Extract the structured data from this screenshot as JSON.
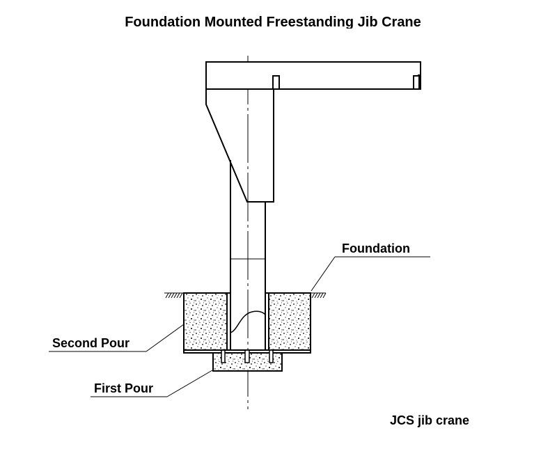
{
  "title": "Foundation Mounted Freestanding Jib Crane",
  "labels": {
    "foundation": "Foundation",
    "second_pour": "Second Pour",
    "first_pour": "First Pour"
  },
  "watermark": "JCS jib crane",
  "colors": {
    "line": "#000000",
    "background": "#ffffff",
    "concrete_speckle": "#000000"
  }
}
